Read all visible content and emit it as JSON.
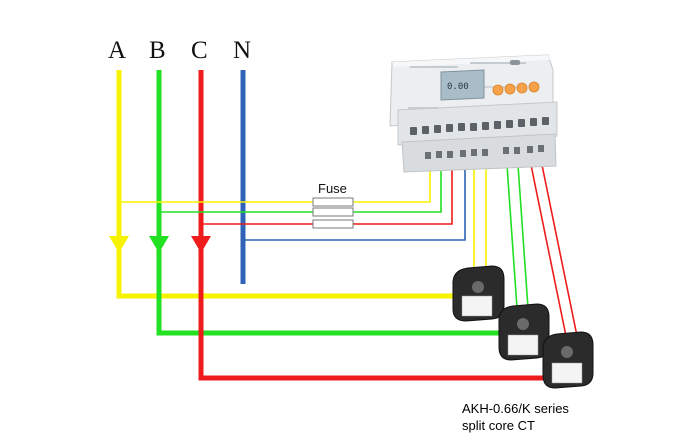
{
  "phases": {
    "a": {
      "label": "A",
      "color": "#f7f200"
    },
    "b": {
      "label": "B",
      "color": "#22e022"
    },
    "c": {
      "label": "C",
      "color": "#ee1c1c"
    },
    "n": {
      "label": "N",
      "color": "#2f63b8"
    }
  },
  "fuse": {
    "label": "Fuse"
  },
  "ct": {
    "caption_line1": "AKH-0.66/K  series",
    "caption_line2": "split core CT"
  },
  "meter": {
    "display_value": "0.00",
    "button_color": "#f7a24a",
    "body_color": "#e9ebec"
  }
}
